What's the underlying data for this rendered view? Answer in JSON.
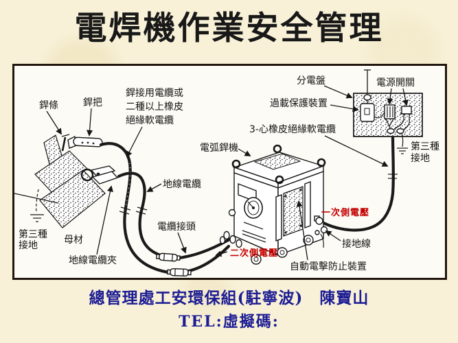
{
  "slide": {
    "title": "電焊機作業安全管理",
    "footer_line1": "總管理處工安環保組(駐寧波)　陳寶山",
    "footer_line2": "TEL:虛擬碼:",
    "colors": {
      "background": "#f8f1d7",
      "title_text": "#181818",
      "footer_text": "#1c1c94",
      "frame_border": "#20160e",
      "diagram_background": "#fcfbf5",
      "label_text": "#141414",
      "voltage_label_red": "#c40000"
    }
  },
  "diagram": {
    "labels": {
      "electrode": "銲條",
      "holder": "銲把",
      "welding_cable_1": "銲接用電纜或",
      "welding_cable_2": "二種以上橡皮",
      "welding_cable_3": "絕緣軟電纜",
      "distribution_panel": "分電盤",
      "power_switch": "電源開關",
      "overload_protector": "過載保護裝置",
      "three_core_cable": "3-心橡皮絕緣軟電纜",
      "third_ground_right_1": "第三種",
      "third_ground_right_2": "接地",
      "arc_welder": "電弧銲機",
      "ground_cable": "地線電纜",
      "cable_connector": "電纜接頭",
      "third_ground_left_1": "第三種",
      "third_ground_left_2": "接地",
      "base_metal": "母材",
      "ground_cable_clamp": "地線電纜夾",
      "primary_voltage": "一次側電壓",
      "secondary_voltage": "二次側電壓",
      "ground_wire": "接地線",
      "shock_prevention": "自動電擊防止裝置"
    }
  }
}
